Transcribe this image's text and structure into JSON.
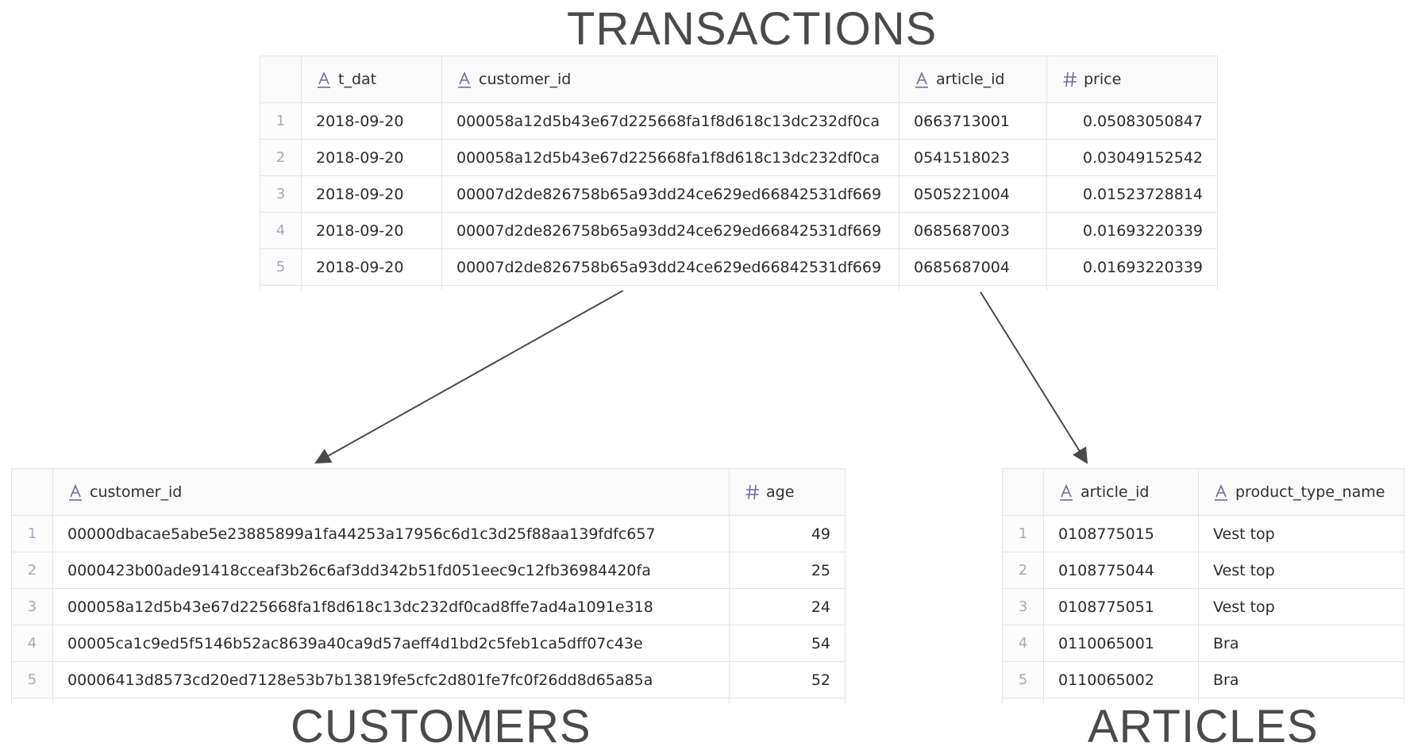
{
  "transactions": {
    "title": "TRANSACTIONS",
    "columns": [
      {
        "name": "t_dat",
        "type_icon": "text-type-icon"
      },
      {
        "name": "customer_id",
        "type_icon": "text-type-icon"
      },
      {
        "name": "article_id",
        "type_icon": "text-type-icon"
      },
      {
        "name": "price",
        "type_icon": "number-type-icon"
      }
    ],
    "rows": [
      {
        "index": "1",
        "t_dat": "2018-09-20",
        "customer_id": "000058a12d5b43e67d225668fa1f8d618c13dc232df0ca",
        "article_id": "0663713001",
        "price": "0.05083050847"
      },
      {
        "index": "2",
        "t_dat": "2018-09-20",
        "customer_id": "000058a12d5b43e67d225668fa1f8d618c13dc232df0ca",
        "article_id": "0541518023",
        "price": "0.03049152542"
      },
      {
        "index": "3",
        "t_dat": "2018-09-20",
        "customer_id": "00007d2de826758b65a93dd24ce629ed66842531df669",
        "article_id": "0505221004",
        "price": "0.01523728814"
      },
      {
        "index": "4",
        "t_dat": "2018-09-20",
        "customer_id": "00007d2de826758b65a93dd24ce629ed66842531df669",
        "article_id": "0685687003",
        "price": "0.01693220339"
      },
      {
        "index": "5",
        "t_dat": "2018-09-20",
        "customer_id": "00007d2de826758b65a93dd24ce629ed66842531df669",
        "article_id": "0685687004",
        "price": "0.01693220339"
      }
    ]
  },
  "customers": {
    "title": "CUSTOMERS",
    "columns": [
      {
        "name": "customer_id",
        "type_icon": "text-type-icon"
      },
      {
        "name": "age",
        "type_icon": "number-type-icon"
      }
    ],
    "rows": [
      {
        "index": "1",
        "customer_id": "00000dbacae5abe5e23885899a1fa44253a17956c6d1c3d25f88aa139fdfc657",
        "age": "49"
      },
      {
        "index": "2",
        "customer_id": "0000423b00ade91418cceaf3b26c6af3dd342b51fd051eec9c12fb36984420fa",
        "age": "25"
      },
      {
        "index": "3",
        "customer_id": "000058a12d5b43e67d225668fa1f8d618c13dc232df0cad8ffe7ad4a1091e318",
        "age": "24"
      },
      {
        "index": "4",
        "customer_id": "00005ca1c9ed5f5146b52ac8639a40ca9d57aeff4d1bd2c5feb1ca5dff07c43e",
        "age": "54"
      },
      {
        "index": "5",
        "customer_id": "00006413d8573cd20ed7128e53b7b13819fe5cfc2d801fe7fc0f26dd8d65a85a",
        "age": "52"
      }
    ]
  },
  "articles": {
    "title": "ARTICLES",
    "columns": [
      {
        "name": "article_id",
        "type_icon": "text-type-icon"
      },
      {
        "name": "product_type_name",
        "type_icon": "text-type-icon"
      }
    ],
    "rows": [
      {
        "index": "1",
        "article_id": "0108775015",
        "product_type_name": "Vest top"
      },
      {
        "index": "2",
        "article_id": "0108775044",
        "product_type_name": "Vest top"
      },
      {
        "index": "3",
        "article_id": "0108775051",
        "product_type_name": "Vest top"
      },
      {
        "index": "4",
        "article_id": "0110065001",
        "product_type_name": "Bra"
      },
      {
        "index": "5",
        "article_id": "0110065002",
        "product_type_name": "Bra"
      }
    ]
  },
  "colors": {
    "arrow": "#4a4a4a",
    "title": "#4a4a4a",
    "index_text": "#a7abbb",
    "grid": "#e4e4e4",
    "header_bg": "#fafafa",
    "icon": "#6b7194"
  }
}
